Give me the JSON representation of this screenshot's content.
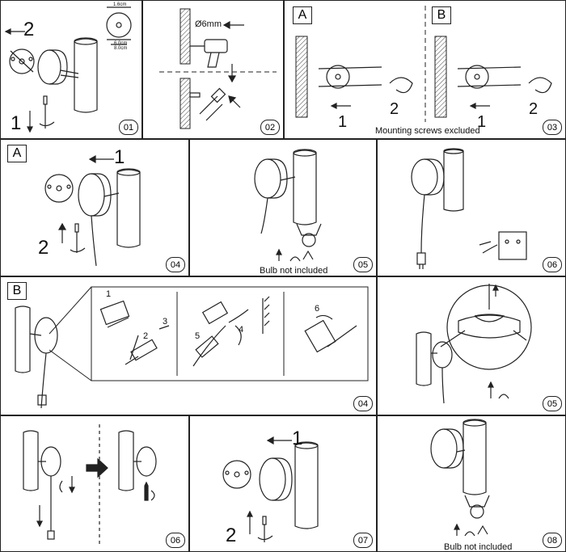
{
  "panels": {
    "p01": {
      "num": "01",
      "arrow_top_label": "2",
      "arrow_bottom_label": "1",
      "dim_top": "1.6cm",
      "dim_mid": "6.0cm",
      "dim_bot": "8.0cm"
    },
    "p02": {
      "num": "02",
      "drill_label": "Ø6mm"
    },
    "p03": {
      "num": "03",
      "tag_a": "A",
      "tag_b": "B",
      "a_step1": "1",
      "a_step2": "2",
      "b_step1": "1",
      "b_step2": "2",
      "caption": "Mounting screws excluded"
    },
    "p04a": {
      "num": "04",
      "tag": "A",
      "step1": "1",
      "step2": "2"
    },
    "p05a": {
      "num": "05",
      "caption": "Bulb not included"
    },
    "p06a": {
      "num": "06"
    },
    "p04b": {
      "num": "04",
      "tag": "B",
      "s1": "1",
      "s2": "2",
      "s3": "3",
      "s4": "4",
      "s5": "5",
      "s6": "6"
    },
    "p05b": {
      "num": "05"
    },
    "p06b": {
      "num": "06"
    },
    "p07": {
      "num": "07",
      "step1": "1",
      "step2": "2"
    },
    "p08": {
      "num": "08",
      "caption": "Bulb not included"
    }
  }
}
